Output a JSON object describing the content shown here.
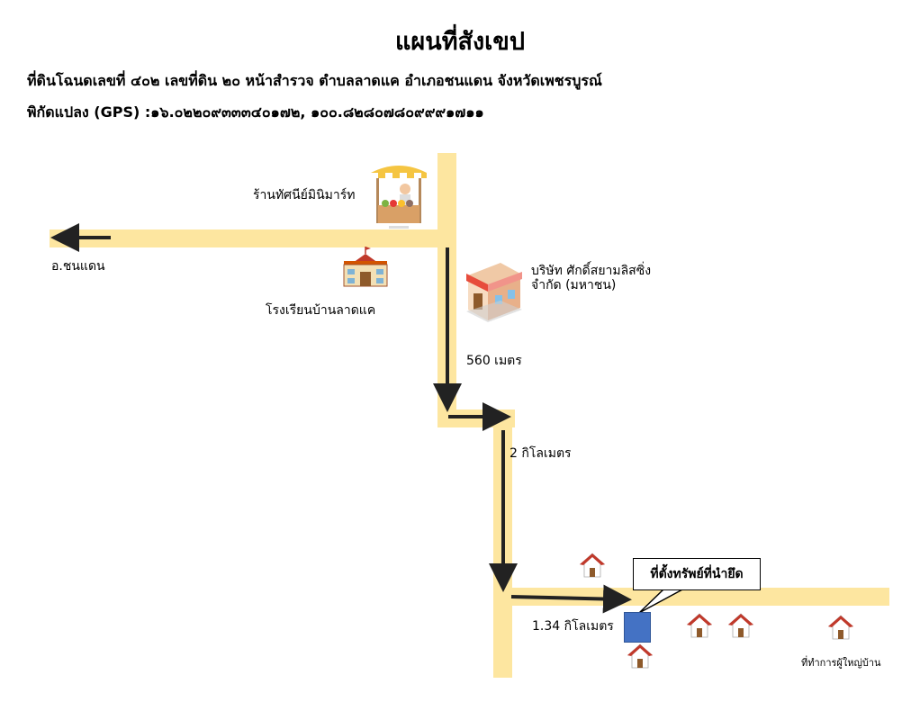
{
  "title": "แผนที่สังเขป",
  "land_info": "ที่ดินโฉนดเลขที่ ๔๐๒ เลขที่ดิน ๒๐ หน้าสำรวจ  ตำบลลาดแค อำเภอชนแดน จังหวัดเพชรบูรณ์",
  "gps": "พิกัดแปลง (GPS) :๑๖.๐๒๒๐๙๓๓๓๔๐๑๗๒, ๑๐๐.๘๒๘๐๗๘๐๙๙๙๑๗๑๑",
  "places": {
    "minimart": "ร้านทัศนีย์มินิมาร์ท",
    "school": "โรงเรียนบ้านลาดแค",
    "company_line1": "บริษัท ศักดิ์สยามลิสซิ่ง",
    "company_line2": "จำกัด (มหาชน)",
    "village_office": "ที่ทำการผู้ใหญ่บ้าน",
    "district": "อ.ชนแดน"
  },
  "distances": {
    "seg1": "560 เมตร",
    "seg2": "2 กิโลเมตร",
    "seg3": "1.34 กิโลเมตร"
  },
  "property_label": "ที่ตั้งทรัพย์ที่นำยึด",
  "colors": {
    "road": "#fde6a0",
    "property": "#4472c4",
    "arrow": "#222222",
    "house_roof": "#c0392b"
  },
  "icons": [
    "minimart-stall-icon",
    "school-icon",
    "shop-building-icon",
    "house-icon",
    "arrow-icon"
  ]
}
